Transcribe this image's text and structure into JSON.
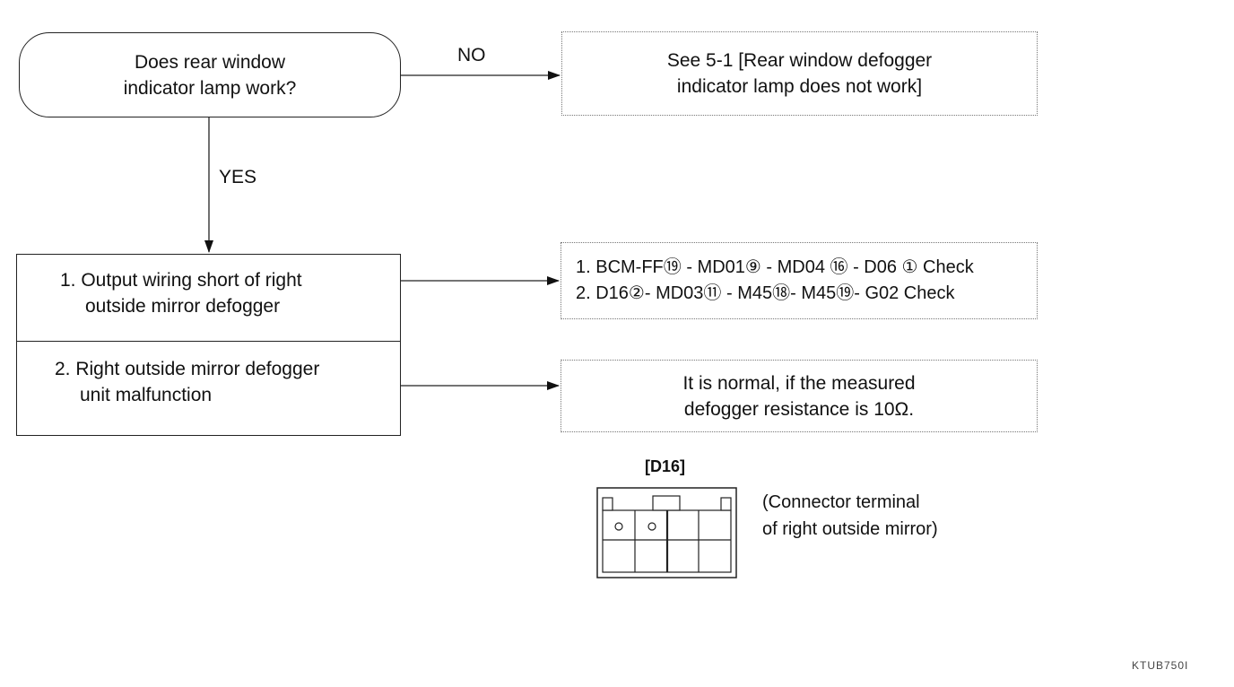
{
  "decision": {
    "line1": "Does rear window",
    "line2": "indicator lamp work?"
  },
  "branches": {
    "no_label": "NO",
    "yes_label": "YES"
  },
  "no_result": {
    "line1": "See 5-1 [Rear window defogger",
    "line2": "indicator lamp does not work]"
  },
  "causes": [
    {
      "line1": "1. Output wiring short of right",
      "line2": "outside mirror defogger"
    },
    {
      "line1": "2. Right outside mirror defogger",
      "line2": "unit malfunction"
    }
  ],
  "wiring_check": {
    "line1": "1. BCM-FF⑲ - MD01⑨ - MD04 ⑯ - D06 ① Check",
    "line2": "2. D16②- MD03⑪ - M45⑱- M45⑲- G02 Check"
  },
  "normal_result": {
    "line1": "It is normal, if the measured",
    "line2": "defogger resistance is 10Ω."
  },
  "connector": {
    "title": "[D16]",
    "note_line1": "(Connector terminal",
    "note_line2": "of right outside mirror)"
  },
  "reference_code": "KTUB750I"
}
